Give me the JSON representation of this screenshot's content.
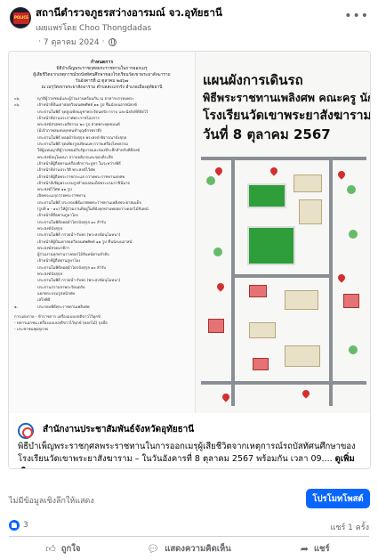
{
  "post": {
    "page_name": "สถานีตำรวจภูธรสว่างอารมณ์ จว.อุทัยธานี",
    "posted_by_prefix": "เผยแพร่โดย",
    "author": "Choo Thongdadas",
    "date": "7 ตุลาคม 2024",
    "more_icon": "ellipsis-icon",
    "avatar_badge": "POLICE"
  },
  "document": {
    "title": "กำหนดการ",
    "lines": [
      "พิธีบำเพ็ญพระราชกุศลพระราชทานในการออกเมรุ",
      "ผู้เสียชีวิตจากเหตุการณ์รถบัสทัศนศึกษาของโรงเรียนวัดเขาพระยาสังฆาราม",
      "วันอังคารที่ ๘ ตุลาคม ๒๕๖๗",
      "ณ เมรุวัดเขาพระยาสังฆาราม ตำบลสะแกกรัง อำเภอเมืองอุทัยธานี"
    ],
    "rows": [
      {
        "t": "๐๖.",
        "d": "ญาติผู้วายชนม์และผู้ร่วมงานพร้อมกัน ณ อาคารบรรทมพระ"
      },
      {
        "t": "๐๖.",
        "d": "เจ้าหน้าที่ปั้นเตาสอดวิจอนศพศัพท์ ๑๑ รูป ขึ้นนั่งบนอาสน์สงฆ์"
      },
      {
        "t": "",
        "d": "ประธานในพิธี จุดธูปเทียนบูชาพระรัตนตรัย กราบ และนั่งยังที่ที่จัดไว้"
      },
      {
        "t": "",
        "d": "เจ้าหน้าที่อ่านประกาศพระราชโองการ"
      },
      {
        "t": "",
        "d": "พระสงฆ์สวดพระอภิธรรม ๒๐ รูป สวดพระพุทธมนต์"
      },
      {
        "t": "",
        "d": "(มีเจ้าภาพสมทบทุกคนทำบุญจักรพรรดิ)"
      },
      {
        "t": "",
        "d": "ประธานในพิธี ทอดผ้าบังสุกุล พระสงฆ์ พิจารณาบังสุกุล"
      },
      {
        "t": "",
        "d": "ประธานในพิธี จุดเพียงรูปเทียนแพ ถวายเครื่องไทยธรรม"
      },
      {
        "t": "",
        "d": "ให้ผู้แทนญาติผู้วายชนม์รับรัฐบาลและของที่ระลึกสำหรับพิธีสงฆ์"
      },
      {
        "t": "",
        "d": "พระสงฆ์อนุโมทนา ถวายอดิเรกและของที่ระลึก"
      },
      {
        "t": "",
        "d": "เจ้าหน้าที่ผู้ถือพานเครื่องสักการะบูชา ในระหว่างพิธี"
      },
      {
        "t": "",
        "d": "เจ้าหน้าที่อ่านประวัติ พระสงฆ์ไว้ศพ"
      },
      {
        "t": "",
        "d": "เจ้าหน้าที่ผู้ถือพระราชกระแส ถวายพระราชทานยกศพ"
      },
      {
        "t": "",
        "d": "เจ้าหน้าที่เชิญพระบรมรูปจำลองสมเด็จพระบรมราชินีนาถ"
      },
      {
        "t": "",
        "d": "พระสงฆ์ไว้ศพ ๑๑ รูป"
      },
      {
        "t": "",
        "d": "เปิดพระเมรุถวายพระราชทาน"
      },
      {
        "t": "",
        "d": "ประธานในพิธี ประกอบพิธีเผาศพพระราชทานเพลิงพระยาสมเด็จ"
      },
      {
        "t": "",
        "d": "(รูปที่ ๑ - ๑๐) ให้ผู้ร่วมงานที่อยู่ในที่นั่งทุกท่านทยอยวางดอกไม้จันทน์"
      },
      {
        "t": "",
        "d": "เจ้าหน้าที่ถือพานภูษาโยง"
      },
      {
        "t": "",
        "d": "ประธานในพิธีทอดผ้าไตรบังสุกุล ๑๐ สำรับ"
      },
      {
        "t": "",
        "d": "พระสงฆ์บังสุกุล"
      },
      {
        "t": "",
        "d": "ประธานในพิธี กรวดน้ำ-รับพร (พระสงฆ์อนุโมทนา)"
      },
      {
        "t": "",
        "d": "เจ้าหน้าที่ผู้ปั้นเตาสอดวิจอนศพศัพท์ ๑๑ รูป ขึ้นนั่งบนอาสน์"
      },
      {
        "t": "",
        "d": "พระสงฆ์สวดมาติกา"
      },
      {
        "t": "",
        "d": "ผู้ร่วมงานทุกท่านวางดอกไม้จันทน์ตามลำดับ"
      },
      {
        "t": "",
        "d": "เจ้าหน้าที่ผู้ถือพานภูษาโยง"
      },
      {
        "t": "",
        "d": "ประธานในพิธีทอดผ้าไตรบังสุกุล ๑๐ สำรับ"
      },
      {
        "t": "",
        "d": "พระสงฆ์บังสุกุล"
      },
      {
        "t": "",
        "d": "ประธานในพิธี กรวดน้ำ-รับพร (พระสงฆ์อนุโมทนา)"
      },
      {
        "t": "",
        "d": "ประธานกราบลาพระรัตนตรัย"
      },
      {
        "t": "",
        "d": "แยกพระบรมรูปหน้าศพ"
      },
      {
        "t": "",
        "d": "เสร็จพิธี"
      },
      {
        "t": "๑.",
        "d": "ประกอบพิธีพระราชทานเพลิงศพ"
      }
    ],
    "foot": [
      "การแต่งกาย - ข้าราชการ เครื่องแบบปกติขาวไว้ทุกข์",
      "- ทหารเอกชน เครื่องแบบปกติขาวไว้ทุกข์ (ดอกไม้) ถุงมือ",
      "- ประชาชนชุดสุภาพ"
    ]
  },
  "map": {
    "title_1": "แผนผังการเดินรถ",
    "title_2": "พิธีพระราชทานเพลิงศพ คณะครู นักเรียน",
    "title_3": "โรงเรียนวัดเขาพระยาสังฆาราม",
    "title_4": "วันที่ 8 ตุลาคม 2567"
  },
  "link": {
    "source_name": "สำนักงานประชาสัมพันธ์จังหวัดอุทัยธานี",
    "text": "พิธีบำเพ็ญพระราชกุศลพระราชทานในการออกเมรุผู้เสียชีวิตจากเหตุการณ์รถบัสทัศนศึกษาของโรงเรียนวัดเขาพระยาสังฆาราม – ในวันอังคารที่ 8 ตุลาคม 2567 พร้อมกัน เวลา 09....",
    "see_more": "ดูเพิ่มเติม"
  },
  "translate": {
    "text": "ไม่มีข้อมูลเชิงลึกให้แสดง",
    "promote_label": "โปรโมทโพสต์"
  },
  "stats": {
    "likes": "3",
    "shares": "แชร์ 1 ครั้ง"
  },
  "actions": {
    "like": "ถูกใจ",
    "comment": "แสดงความคิดเห็น",
    "share": "แชร์"
  }
}
